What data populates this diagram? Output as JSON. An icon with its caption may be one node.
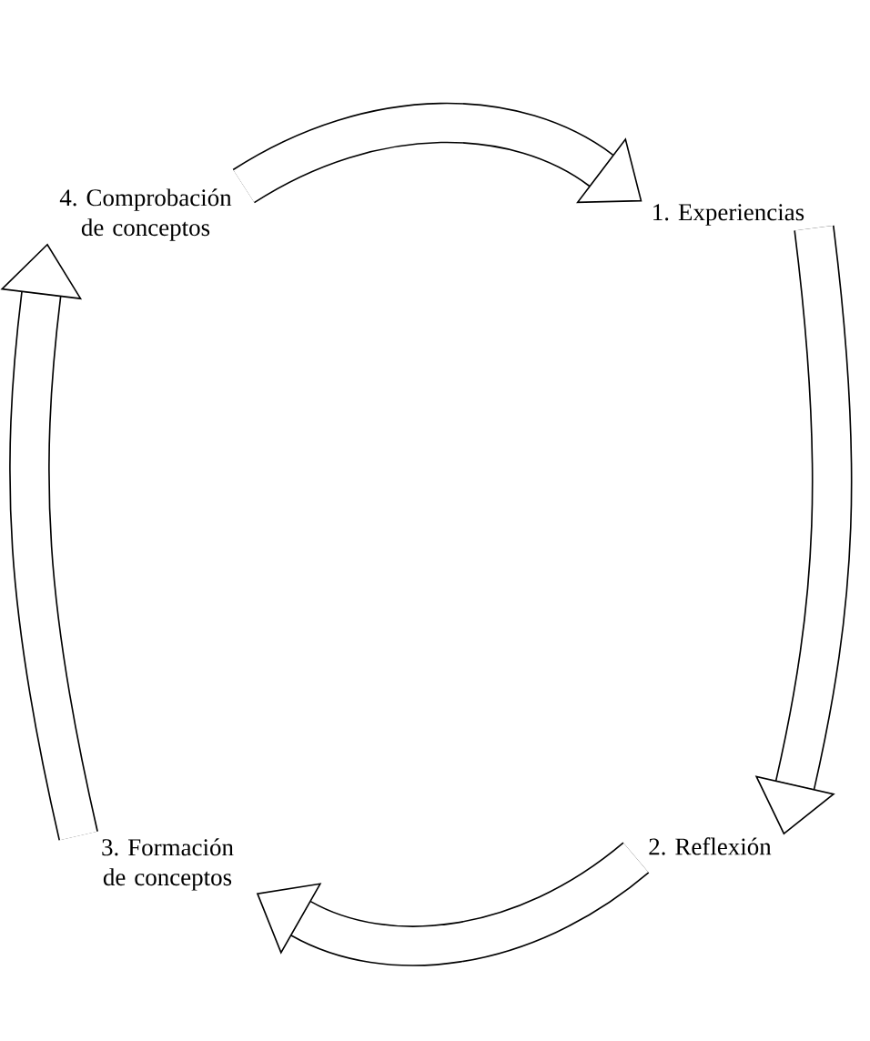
{
  "diagram": {
    "nodes": [
      {
        "text": [
          "4. Comprobación de conceptos"
        ]
      },
      {
        "text": [
          "1. Experiencias"
        ]
      },
      {
        "text": [
          "3. Formación de conceptos"
        ]
      },
      {
        "text": [
          "2. Reflexión"
        ]
      }
    ],
    "edges": [
      {
        "from": 0,
        "to": 1,
        "arrow": "to"
      },
      {
        "from": 1,
        "to": 3,
        "arrow": "to"
      },
      {
        "from": 3,
        "to": 2,
        "arrow": "to"
      },
      {
        "from": 2,
        "to": 0,
        "arrow": "to"
      }
    ]
  }
}
